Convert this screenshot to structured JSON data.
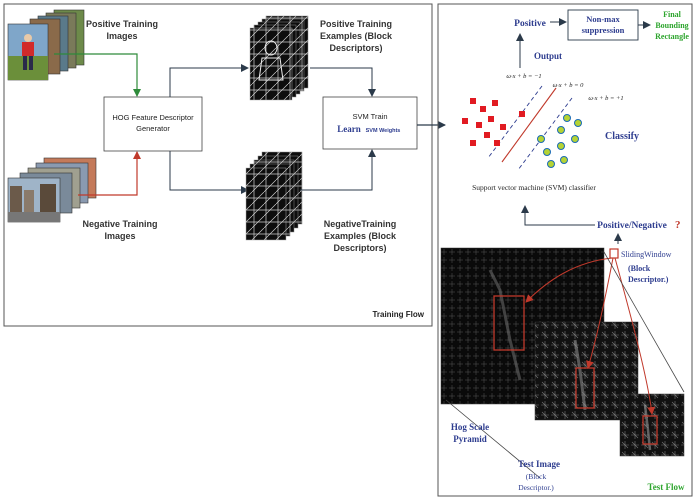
{
  "training_flow": {
    "positive_images_line1": "Positive Training",
    "positive_images_line2": "Images",
    "negative_images_line1": "Negative Training",
    "negative_images_line2": "Images",
    "hog_box_line1": "HOG Feature Descriptor",
    "hog_box_line2": "Generator",
    "pos_examples_line1": "Positive Training",
    "pos_examples_line2": "Examples (Block",
    "pos_examples_line3": "Descriptors)",
    "neg_examples_line1": "NegativeTraining",
    "neg_examples_line2": "Examples (Block",
    "neg_examples_line3": "Descriptors)",
    "svm_line1": "SVM Train",
    "svm_learn": "Learn",
    "svm_weights": "SVM Weights",
    "panel_label": "Training Flow"
  },
  "test_flow": {
    "positive": "Positive",
    "nonmax_line1": "Non-max",
    "nonmax_line2": "suppression",
    "final_line1": "Final",
    "final_line2": "Bounding",
    "final_line3": "Rectangle",
    "output": "Output",
    "eq_minus": "ω·x + b = −1",
    "eq_zero": "ω·x + b = 0",
    "eq_plus": "ω·x + b = +1",
    "classify": "Classify",
    "svm_caption": "Support vector machine (SVM) classifier",
    "pos_neg_text": "Positive/Negative",
    "question": "?",
    "sliding_window": "SlidingWindow",
    "block_desc_line1": "(Block",
    "block_desc_line2": "Descriptor.)",
    "hog_pyramid_line1": "Hog Scale",
    "hog_pyramid_line2": "Pyramid",
    "test_image": "Test Image",
    "test_block_line1": "(Block",
    "test_block_line2": "Descriptor.)",
    "panel_label": "Test Flow"
  },
  "colors": {
    "green_arrow": "#2e8b3a",
    "red_arrow": "#c0392b",
    "blue_text": "#2e3d8f",
    "green_text": "#2ea52e",
    "red_square": "#e11b22",
    "green_circle": "#b5d334",
    "circle_edge": "#1a6bb5",
    "dark_arrow": "#2b3a4a"
  }
}
